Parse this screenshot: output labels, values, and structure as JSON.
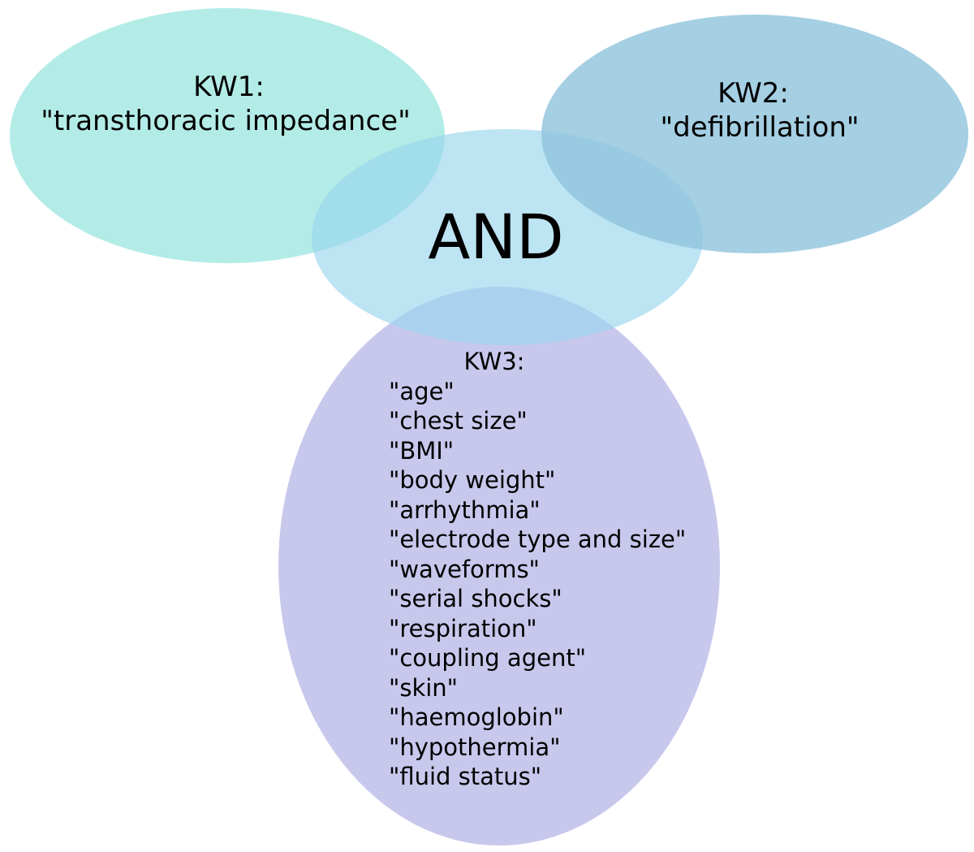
{
  "diagram": {
    "kw1": {
      "title": "KW1:",
      "terms": [
        "\"transthoracic impedance\""
      ],
      "color": "#a6e9e3",
      "opacity": 0.85
    },
    "kw2": {
      "title": "KW2:",
      "terms": [
        "\"defibrillation\""
      ],
      "color": "#8fc3dc",
      "opacity": 0.8
    },
    "operator": {
      "label": "AND",
      "color": "#99d6ec",
      "opacity": 0.65
    },
    "kw3": {
      "title": "KW3:",
      "terms": [
        "\"age\"",
        "\"chest size\"",
        "\"BMI\"",
        "\"body weight\"",
        "\"arrhythmia\"",
        "\"electrode type and size\"",
        "\"waveforms\"",
        "\"serial shocks\"",
        "\"respiration\"",
        "\"coupling agent\"",
        "\"skin\"",
        "\"haemoglobin\"",
        "\"hypothermia\"",
        "\"fluid status\""
      ],
      "color": "#a7a7e2",
      "opacity": 0.62
    }
  }
}
